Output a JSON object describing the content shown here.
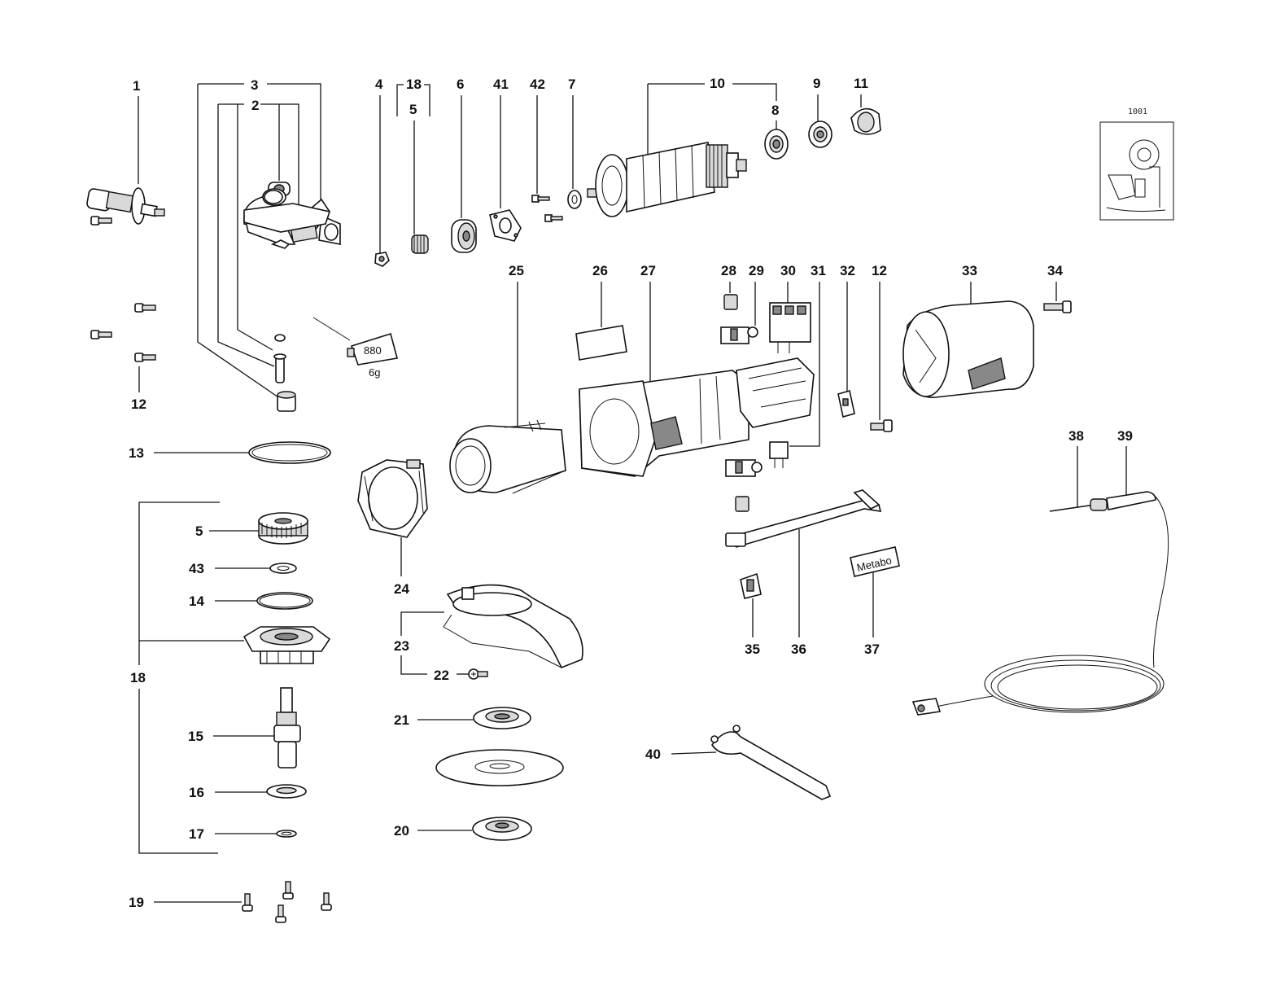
{
  "diagram": {
    "callouts": {
      "c1": "1",
      "c2": "2",
      "c3": "3",
      "c4": "4",
      "c5_top": "5",
      "c5_side": "5",
      "c6": "6",
      "c7": "7",
      "c8": "8",
      "c9": "9",
      "c10": "10",
      "c11": "11",
      "c12_left": "12",
      "c12_right": "12",
      "c13": "13",
      "c14": "14",
      "c15": "15",
      "c16": "16",
      "c17": "17",
      "c18_top": "18",
      "c18_side": "18",
      "c19": "19",
      "c20": "20",
      "c21": "21",
      "c22": "22",
      "c23": "23",
      "c24": "24",
      "c25": "25",
      "c26": "26",
      "c27": "27",
      "c28": "28",
      "c29": "29",
      "c30": "30",
      "c31": "31",
      "c32": "32",
      "c33": "33",
      "c34": "34",
      "c35": "35",
      "c36": "36",
      "c37": "37",
      "c38": "38",
      "c39": "39",
      "c40": "40",
      "c41": "41",
      "c42": "42",
      "c43": "43"
    },
    "grease_tube_label": "880",
    "grease_amount": "6g",
    "brand_label": "Metabo",
    "wiring_ref": "1001"
  }
}
